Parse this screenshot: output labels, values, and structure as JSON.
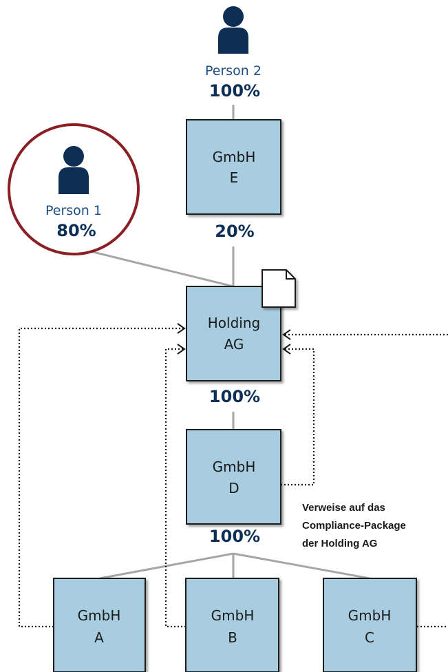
{
  "colors": {
    "box_fill": "#a8cde0",
    "box_stroke": "#1a1a1a",
    "person_icon": "#0e2f55",
    "highlight_ring": "#8b1f24",
    "connector": "#a6a6a6",
    "percentage_text": "#0e2f55",
    "person_label": "#1d4f86"
  },
  "persons": {
    "person2": {
      "name": "Person 2",
      "share": "100%",
      "icon": "person-icon"
    },
    "person1": {
      "name": "Person 1",
      "share": "80%",
      "icon": "person-icon",
      "highlighted": true
    }
  },
  "companies": {
    "gmbh_e": {
      "line1": "GmbH",
      "line2": "E"
    },
    "holding": {
      "line1": "Holding",
      "line2": "AG",
      "icon": "document-icon"
    },
    "gmbh_d": {
      "line1": "GmbH",
      "line2": "D"
    },
    "gmbh_a": {
      "line1": "GmbH",
      "line2": "A"
    },
    "gmbh_b": {
      "line1": "GmbH",
      "line2": "B"
    },
    "gmbh_c": {
      "line1": "GmbH",
      "line2": "C"
    }
  },
  "shares": {
    "e_to_holding": "20%",
    "holding_to_d": "100%",
    "d_to_subs": "100%"
  },
  "note": {
    "lines": [
      "Verweise auf das",
      "Compliance-Package",
      "der Holding AG"
    ]
  }
}
